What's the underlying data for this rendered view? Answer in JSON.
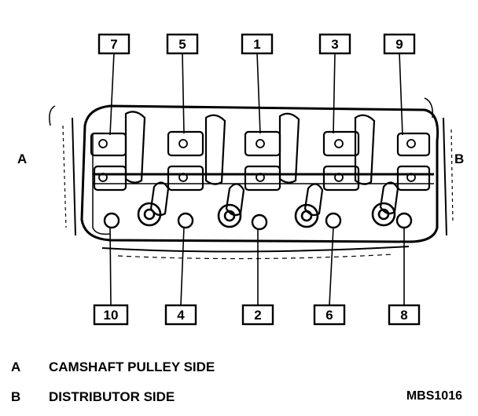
{
  "top_callouts": [
    "7",
    "5",
    "1",
    "3",
    "9"
  ],
  "bottom_callouts": [
    "10",
    "4",
    "2",
    "6",
    "8"
  ],
  "side_a": "A",
  "side_b": "B",
  "legend": [
    {
      "key": "A",
      "text": "CAMSHAFT PULLEY SIDE"
    },
    {
      "key": "B",
      "text": "DISTRIBUTOR SIDE"
    }
  ],
  "figure_code": "MBS1016"
}
